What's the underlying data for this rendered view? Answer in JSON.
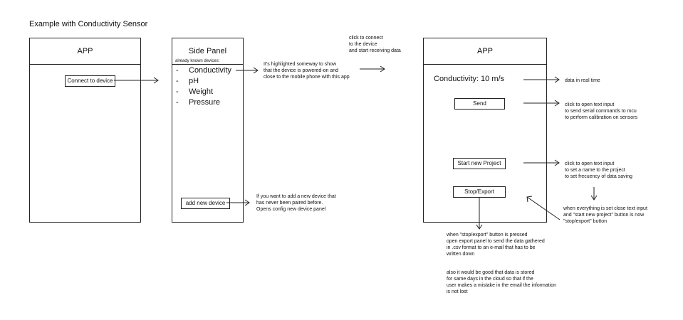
{
  "title": "Example with Conductivity Sensor",
  "app1": {
    "header": "APP",
    "connect_button": "Connect to device"
  },
  "side_panel": {
    "header": "Side Panel",
    "known_label": "already known devices:",
    "devices": [
      "Conductivity",
      "pH",
      "Weight",
      "Pressure"
    ],
    "dash": "-",
    "add_button": "add new device"
  },
  "app2": {
    "header": "APP",
    "reading": "Conductivity: 10 m/s",
    "send_button": "Send",
    "start_button": "Start new Project",
    "stop_button": "Stop/Export"
  },
  "annotations": {
    "highlight": [
      "It's highlighted someway to show",
      "that the device is powered-on and",
      "close to the mobile phone with this app"
    ],
    "connect": [
      "click to connect",
      "to the device",
      "and start receiving data"
    ],
    "realtime": [
      "data in real time"
    ],
    "send": [
      "click to open text input",
      "to send serial commands to mcu",
      "to perform calibration on sensors"
    ],
    "start": [
      "click to open text input",
      "to set a name to the project",
      "to set frecuency of data saving"
    ],
    "everything_set": [
      "when everything is set close text input",
      "and \"start new project\" button is now",
      "\"stop/export\" button"
    ],
    "add_device": [
      "If you want to add a new device that",
      "has never been paired before.",
      "Opens config new device panel"
    ],
    "stop_export": [
      "when \"stop/export\" button is pressed",
      "open export panel to send the data gathered",
      "in .csv format to an e-mail that has to be",
      "written down"
    ],
    "cloud": [
      "also it would be good that data is stored",
      "for same days in the cloud so that if the",
      "user makes a mistake in the email the information",
      "is not lost"
    ]
  }
}
